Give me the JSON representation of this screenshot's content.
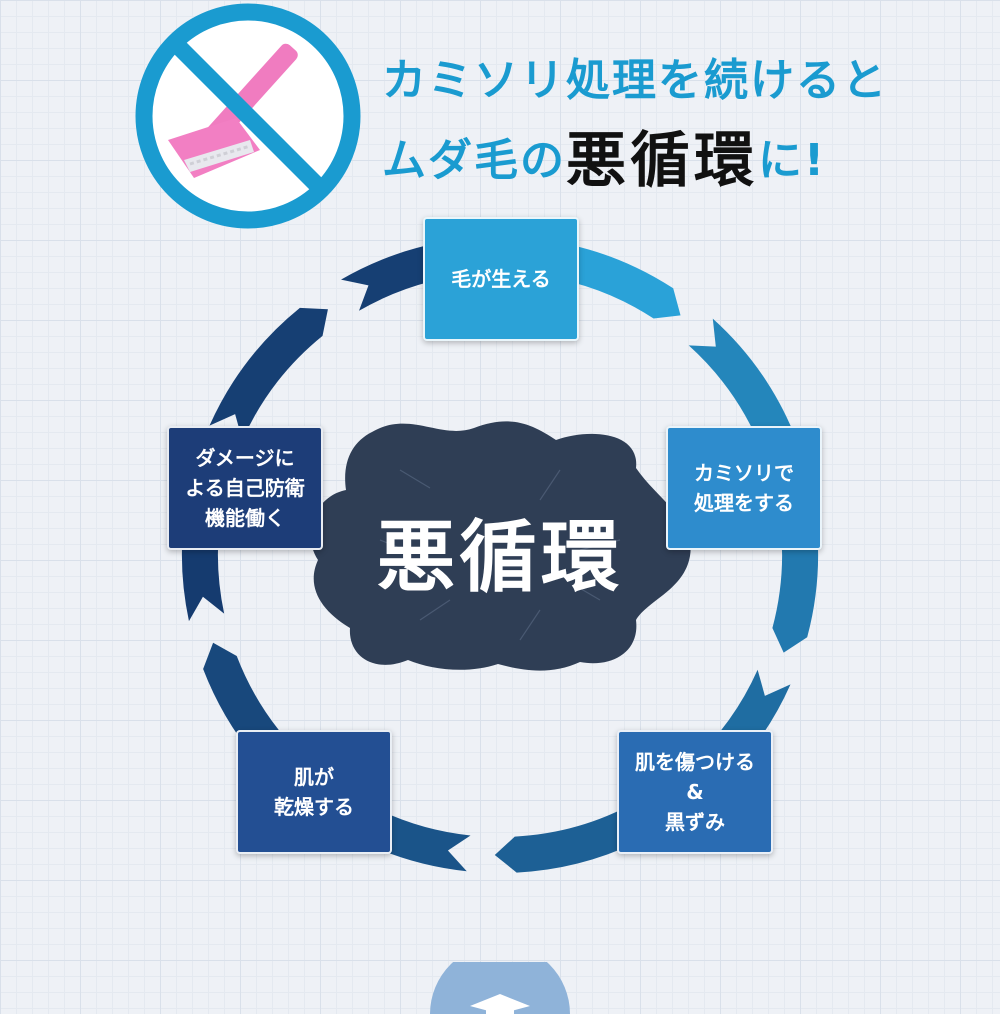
{
  "headline": {
    "line1": "カミソリ処理を続けると",
    "line2_prefix": "ムダ毛の",
    "line2_emphasis": "悪循環",
    "line2_suffix": "に!"
  },
  "icons": {
    "prohibition": "no-razor-icon",
    "bottom": "graduation-cap-icon"
  },
  "cycle": {
    "center_label": "悪循環",
    "steps": [
      {
        "label": "毛が生える"
      },
      {
        "label": "カミソリで\n処理をする"
      },
      {
        "label": "肌を傷つける\n&\n黒ずみ"
      },
      {
        "label": "肌が\n乾燥する"
      },
      {
        "label": "ダメージに\nよる自己防衛\n機能働く"
      }
    ]
  },
  "colors": {
    "accent": "#1a9bd0",
    "ring_light": "#2aa2d8",
    "ring_dark": "#153a6e",
    "razor": "#f07cc0",
    "center_blob": "#2f3e55"
  }
}
